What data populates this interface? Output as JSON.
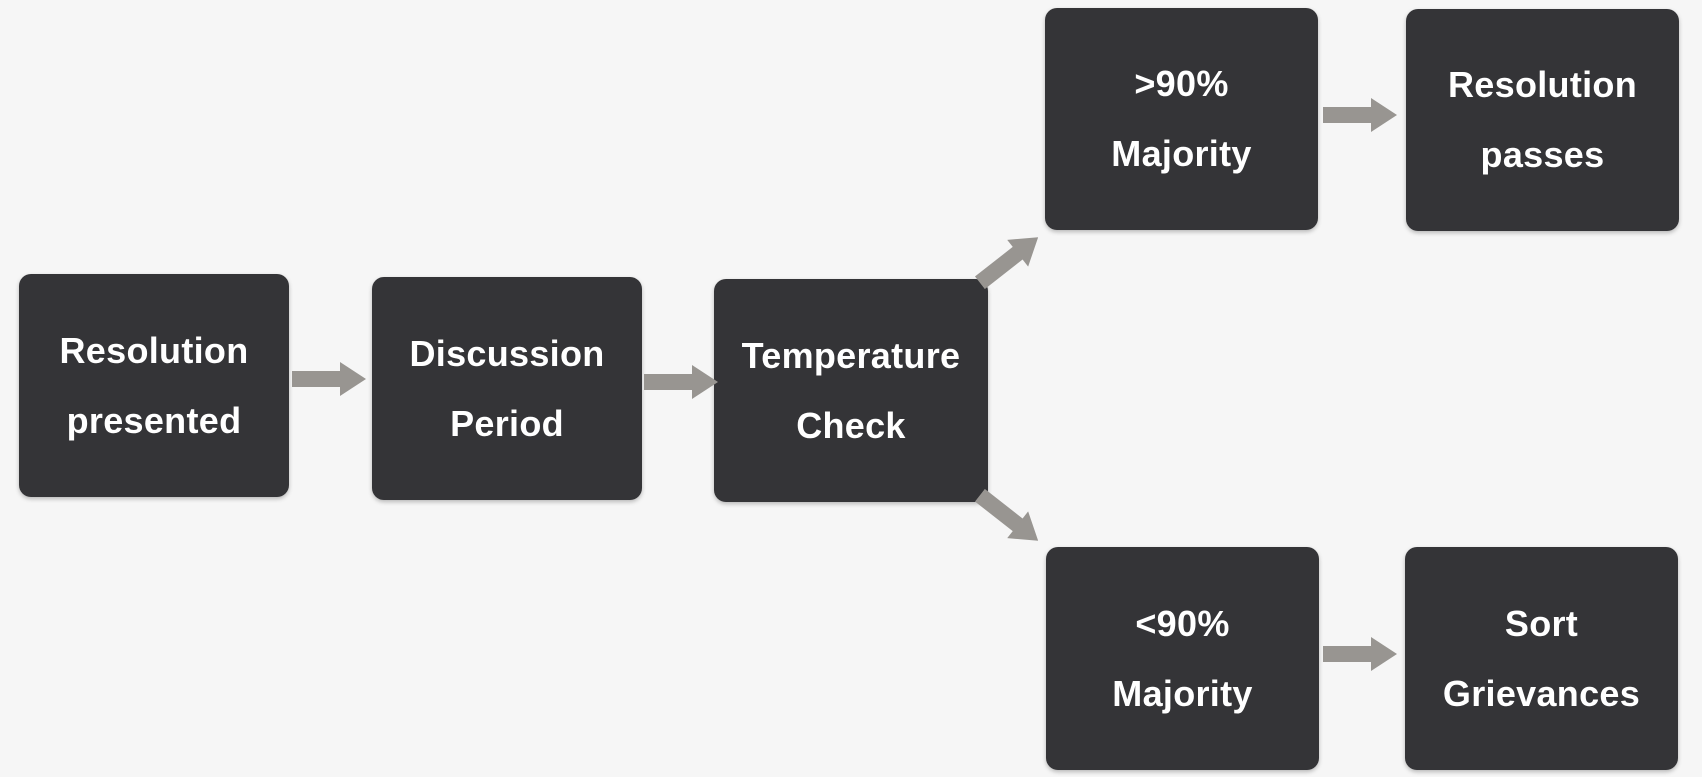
{
  "diagram": {
    "nodes": {
      "resolution_presented": "Resolution\npresented",
      "discussion_period": "Discussion\nPeriod",
      "temperature_check": "Temperature\nCheck",
      "above_majority": ">90%\nMajority",
      "resolution_passes": "Resolution\npasses",
      "below_majority": "<90%\nMajority",
      "sort_grievances": "Sort\nGrievances"
    },
    "colors": {
      "node_fill": "#343437",
      "node_text": "#ffffff",
      "arrow": "#989591",
      "background": "#f6f6f6"
    },
    "edges": [
      {
        "from": "resolution_presented",
        "to": "discussion_period"
      },
      {
        "from": "discussion_period",
        "to": "temperature_check"
      },
      {
        "from": "temperature_check",
        "to": "above_majority"
      },
      {
        "from": "temperature_check",
        "to": "below_majority"
      },
      {
        "from": "above_majority",
        "to": "resolution_passes"
      },
      {
        "from": "below_majority",
        "to": "sort_grievances"
      }
    ]
  }
}
